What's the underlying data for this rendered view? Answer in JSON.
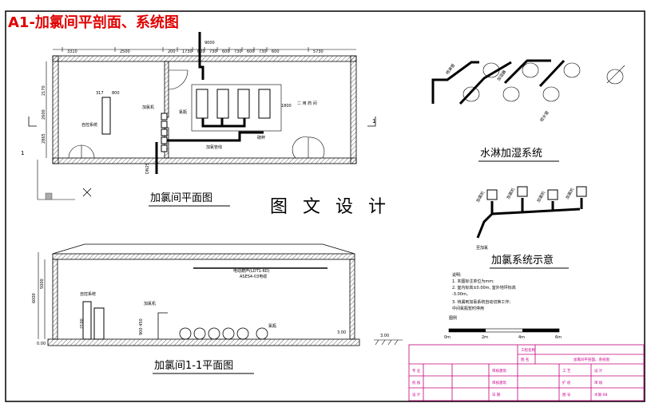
{
  "sheet_title": "A1-加氯间平剖面、系统图",
  "plan": {
    "caption": "加氯间平面图",
    "dims_top": [
      "3310",
      "2500",
      "200",
      "1730",
      "600",
      "730",
      "600",
      "730",
      "600",
      "730",
      "600",
      "5730"
    ],
    "dim_overall": "9000",
    "dims_left": [
      "2170",
      "2600",
      "2865"
    ],
    "label_ceiling_room": "自控系统",
    "label_chlorinator": "加氯机",
    "label_cylinder": "氯瓶",
    "label_pipe": "加氯管线",
    "label_scale": "磅秤",
    "label_room2": "二 用 药 间",
    "label_room2_dim": "1800",
    "label_dn": "DN25",
    "label_800": "800",
    "label_317": "317",
    "section_mark_left": "1",
    "section_mark_right": "1",
    "section_mark_small": "1"
  },
  "section": {
    "caption": "加氯间1-1平面图",
    "label_autocontrol": "自控系统",
    "label_chlorinator": "加氯机",
    "label_cylinder": "氯瓶",
    "label_crane": "电动葫芦(LDT1-6D)",
    "label_crane_sub": "ASES4-03电缆",
    "dim_height": "6000",
    "dim_h2": "5000",
    "dim_h3": "2100",
    "dim_h4": "900 450",
    "elev_left": "0.00",
    "elev_right": "3.00"
  },
  "center_title": "图 文 设 计",
  "spray": {
    "caption": "水淋加湿系统",
    "labels": [
      "喷淋管",
      "加湿器",
      "给水管"
    ]
  },
  "chlor_system": {
    "caption": "加氯系统示意",
    "labels": [
      "加氯机",
      "加氯机",
      "加氯机",
      "加氯机",
      "至加氯"
    ]
  },
  "notes": {
    "title": "说明:",
    "lines": [
      "1. 本图标注单位为mm;",
      "2. 室内标高±0.00m, 室外地坪标高",
      "   -3.00m。",
      "3. 待漏到加氯系统自动切换工作;",
      "   中间氯瓶暂时停用"
    ],
    "legend": "图例"
  },
  "scale_bar": {
    "labels": [
      "0m",
      "2m",
      "4m",
      "6m"
    ]
  },
  "title_block": {
    "project_label": "工程名称",
    "drawing_label": "图 名",
    "drawing_name": "加氯间平剖面、系统图",
    "rows": [
      [
        "专 业",
        "",
        "审核建筑",
        "",
        "工 艺",
        "设 计"
      ],
      [
        "校 核",
        "",
        "审核建筑",
        "",
        "扩 初",
        "审 核"
      ],
      [
        "设 计",
        "",
        "日 期",
        "",
        "图 号",
        "水施-08"
      ]
    ]
  }
}
